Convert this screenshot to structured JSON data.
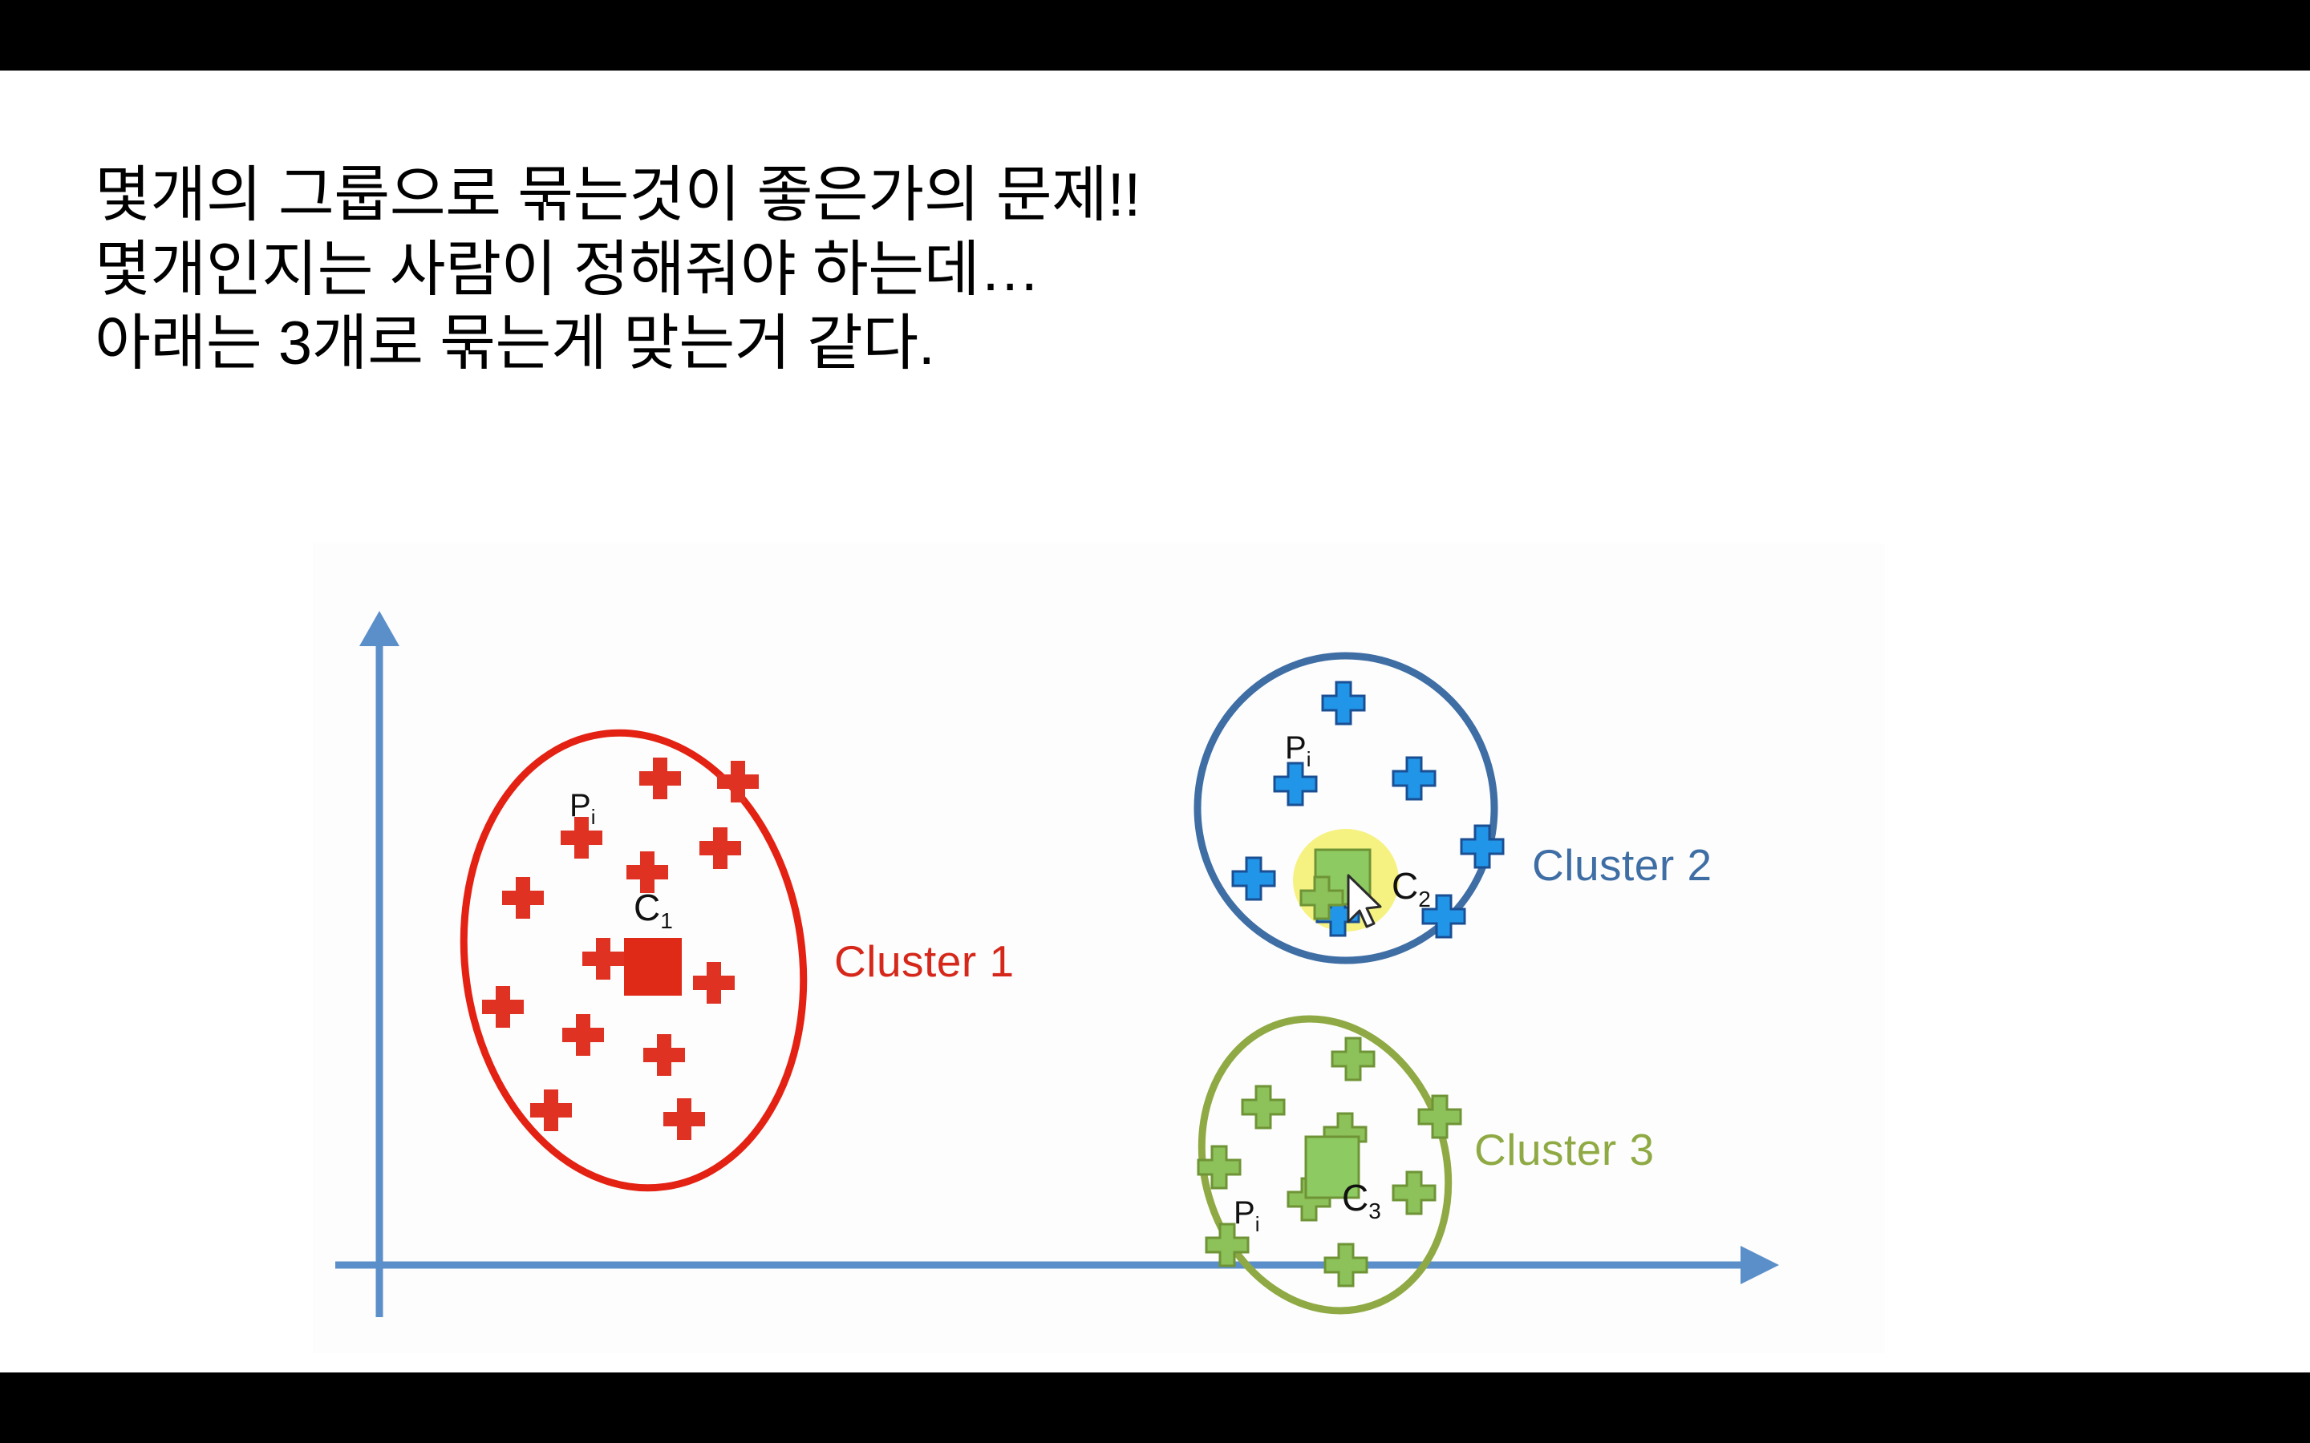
{
  "slide": {
    "background": "#ffffff",
    "letterbox_color": "#000000",
    "title_lines": [
      "몇개의 그룹으로 묶는것이 좋은가의 문제!!",
      "몇개인지는 사람이 정해줘야 하는데…",
      "아래는 3개로 묶는게 맞는거 같다."
    ]
  },
  "figure": {
    "axes": {
      "color": "#5B8FC9",
      "y_axis_name": "y-axis-arrow",
      "x_axis_name": "x-axis-arrow"
    },
    "clusters": [
      {
        "id": "cluster-1",
        "label": "Cluster 1",
        "label_color": "#D5281B",
        "outline_color": "#E32213",
        "marker_color": "#E03223",
        "centroid_label": "C",
        "centroid_sub": "1",
        "point_label": "P",
        "point_sub": "i",
        "shape": "ellipse",
        "point_count": 13,
        "highlighted": false
      },
      {
        "id": "cluster-2",
        "label": "Cluster 2",
        "label_color": "#3F6EA5",
        "outline_color": "#3F6EA5",
        "marker_color": "#2196E8",
        "centroid_label": "C",
        "centroid_sub": "2",
        "point_label": "P",
        "point_sub": "i",
        "shape": "circle",
        "point_count": 7,
        "highlighted": true,
        "highlight_color": "#F5F06B",
        "centroid_color": "#8ECA62",
        "cursor_present": true
      },
      {
        "id": "cluster-3",
        "label": "Cluster 3",
        "label_color": "#8FAA44",
        "outline_color": "#8FAA44",
        "marker_color": "#8DC159",
        "centroid_label": "C",
        "centroid_sub": "3",
        "point_label": "P",
        "point_sub": "i",
        "shape": "ellipse",
        "point_count": 8,
        "highlighted": false,
        "centroid_color": "#8ECA62"
      }
    ]
  },
  "chart_data": {
    "type": "scatter",
    "title": "",
    "xlabel": "",
    "ylabel": "",
    "grid": false,
    "legend": "inline-annotations",
    "series": [
      {
        "name": "Cluster 1",
        "color": "#E03223",
        "marker": "plus",
        "centroid_label": "C1",
        "centroid": [
          430,
          530
        ],
        "points": [
          [
            433,
            293
          ],
          [
            530,
            297
          ],
          [
            335,
            367
          ],
          [
            508,
            380
          ],
          [
            417,
            410
          ],
          [
            262,
            442
          ],
          [
            362,
            518
          ],
          [
            500,
            548
          ],
          [
            237,
            578
          ],
          [
            337,
            613
          ],
          [
            438,
            638
          ],
          [
            297,
            707
          ],
          [
            463,
            718
          ]
        ]
      },
      {
        "name": "Cluster 2",
        "color": "#2196E8",
        "marker": "plus",
        "centroid_label": "C2",
        "centroid": [
          1290,
          420
        ],
        "points": [
          [
            1285,
            199
          ],
          [
            1225,
            300
          ],
          [
            1373,
            293
          ],
          [
            1458,
            378
          ],
          [
            1173,
            418
          ],
          [
            1278,
            463
          ],
          [
            1410,
            465
          ]
        ]
      },
      {
        "name": "Cluster 3",
        "color": "#8DC159",
        "marker": "plus",
        "centroid_label": "C3",
        "centroid": [
          1265,
          825
        ],
        "points": [
          [
            1297,
            643
          ],
          [
            1185,
            703
          ],
          [
            1405,
            715
          ],
          [
            1130,
            778
          ],
          [
            1287,
            737
          ],
          [
            1242,
            818
          ],
          [
            1373,
            810
          ],
          [
            1288,
            900
          ],
          [
            1140,
            875
          ]
        ]
      }
    ],
    "xlim": [
      0,
      1960
    ],
    "ylim": [
      0,
      1010
    ]
  }
}
